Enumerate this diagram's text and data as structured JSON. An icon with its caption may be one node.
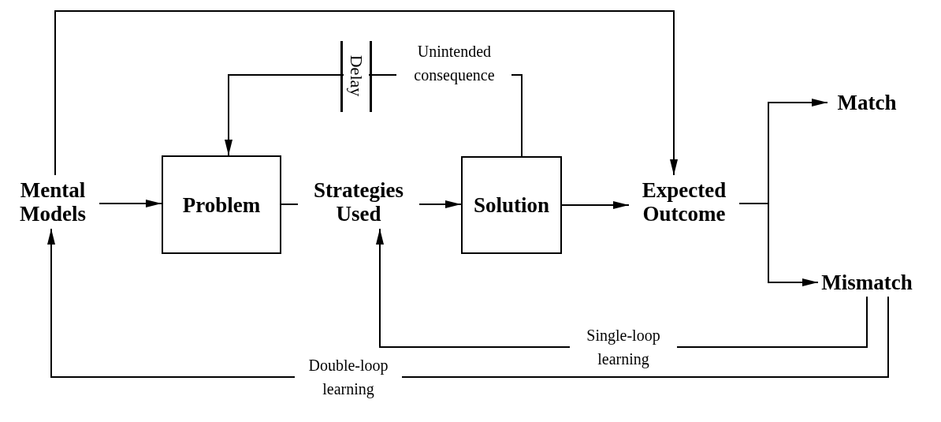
{
  "diagram": {
    "nodes": [
      {
        "text": [
          "Mental Models"
        ]
      },
      {
        "text": [
          "Problem"
        ]
      },
      {
        "text": [
          "Strategies Used"
        ]
      },
      {
        "text": [
          "Solution"
        ]
      },
      {
        "text": [
          "Expected Outcome"
        ]
      },
      {
        "text": [
          "Match"
        ]
      },
      {
        "text": [
          "Mismatch"
        ]
      }
    ],
    "edges": [
      {
        "from": 0,
        "to": 1,
        "arrow": "to"
      },
      {
        "from": 1,
        "to": 2,
        "arrow": "none"
      },
      {
        "from": 2,
        "to": 3,
        "arrow": "to"
      },
      {
        "from": 3,
        "to": 1,
        "arrow": "to",
        "label": "Unintended consequence"
      },
      {
        "from": 3,
        "to": 4,
        "arrow": "to"
      },
      {
        "from": 0,
        "to": 4,
        "arrow": "to"
      },
      {
        "from": 4,
        "to": 5,
        "arrow": "to"
      },
      {
        "from": 4,
        "to": 6,
        "arrow": "to"
      },
      {
        "from": 6,
        "to": 2,
        "arrow": "to",
        "label": "Single-loop learning"
      },
      {
        "from": 6,
        "to": 0,
        "arrow": "to",
        "label": "Double-loop learning"
      }
    ],
    "labels": [
      "Delay"
    ]
  }
}
